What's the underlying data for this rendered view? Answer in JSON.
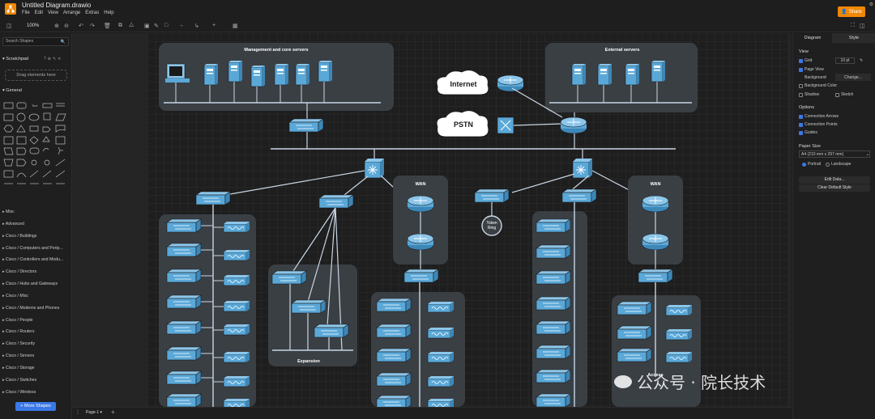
{
  "app": {
    "title": "Untitled Diagram.drawio",
    "share_label": "Share"
  },
  "menu": [
    "File",
    "Edit",
    "View",
    "Arrange",
    "Extras",
    "Help"
  ],
  "toolbar": {
    "zoom": "100%"
  },
  "left_panel": {
    "search_placeholder": "Search Shapes",
    "scratchpad": "Scratchpad",
    "drop_hint": "Drag elements here",
    "general": "General",
    "categories": [
      "Misc",
      "Advanced",
      "Cisco / Buildings",
      "Cisco / Computers and Perip...",
      "Cisco / Controllers and Modu...",
      "Cisco / Directors",
      "Cisco / Hubs and Gateways",
      "Cisco / Modems and Phones",
      "Cisco / Misc",
      "Cisco / People",
      "Cisco / Routers",
      "Cisco / Security",
      "Cisco / Servers",
      "Cisco / Storage",
      "Cisco / Switches",
      "Cisco / Wireless"
    ],
    "more_shapes": "+ More Shapes"
  },
  "diagram": {
    "group_mgmt": "Management and core servers",
    "group_ext": "External servers",
    "internet": "Internet",
    "pstn": "PSTN",
    "wan_left": "WAN",
    "wan_right": "WAN",
    "token_ring": "Token Ring",
    "expansion": "Expansion",
    "access": "Access"
  },
  "right_panel": {
    "tabs": [
      "Diagram",
      "Style"
    ],
    "view": "View",
    "grid": "Grid",
    "grid_size": "10 pt",
    "page_view": "Page View",
    "background": "Background",
    "change": "Change...",
    "background_color": "Background Color",
    "shadow": "Shadow",
    "sketch": "Sketch",
    "options": "Options",
    "connection_arrows": "Connection Arrows",
    "connection_points": "Connection Points",
    "guides": "Guides",
    "paper_size": "Paper Size",
    "paper_value": "A4 (210 mm x 297 mm)",
    "portrait": "Portrait",
    "landscape": "Landscape",
    "edit_data": "Edit Data...",
    "clear_style": "Clear Default Style"
  },
  "bottom": {
    "page": "Page-1"
  },
  "watermark": "公众号 · 院长技术",
  "colors": {
    "accent": "#f08705",
    "device": "#5aa8d8",
    "group": "#3a3f44",
    "line": "#c8d6e5"
  }
}
